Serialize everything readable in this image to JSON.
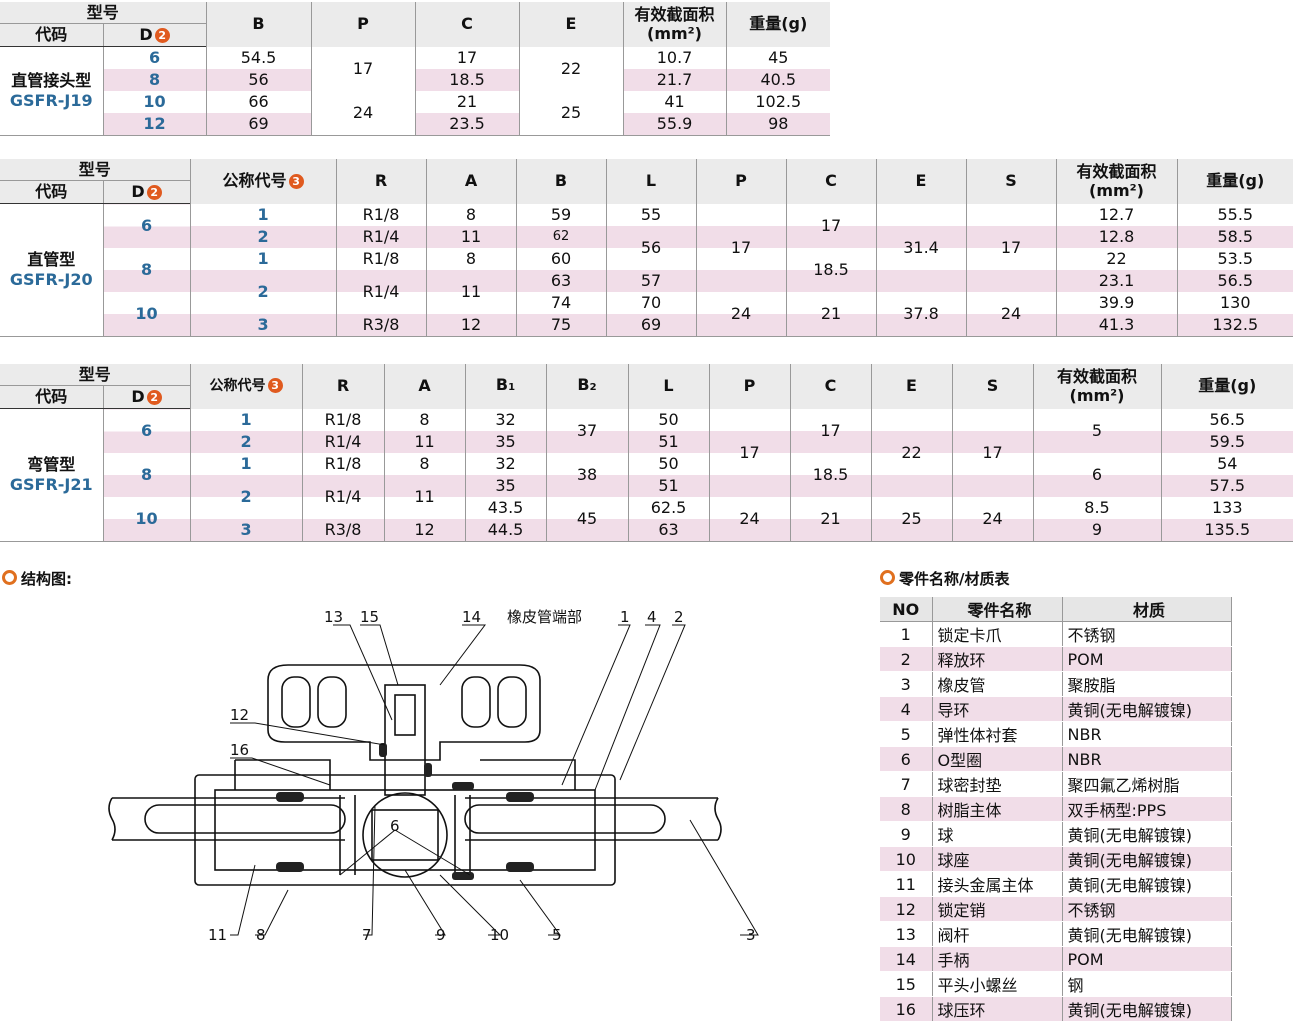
{
  "t1": {
    "h_model": "型号",
    "h_code": "代码",
    "h_d": "D",
    "badge2": "2",
    "cols": [
      "B",
      "P",
      "C",
      "E"
    ],
    "h_area": "有效截面积",
    "h_area_unit": "(mm²)",
    "h_weight": "重量(g)",
    "code_cn": "直管接头型",
    "code_en": "GSFR-J19",
    "rows": [
      {
        "d": "6",
        "b": "54.5",
        "c": "17",
        "area": "10.7",
        "w": "45"
      },
      {
        "d": "8",
        "b": "56",
        "c": "18.5",
        "area": "21.7",
        "w": "40.5"
      },
      {
        "d": "10",
        "b": "66",
        "c": "21",
        "area": "41",
        "w": "102.5"
      },
      {
        "d": "12",
        "b": "69",
        "c": "23.5",
        "area": "55.9",
        "w": "98"
      }
    ],
    "p": [
      "17",
      "24"
    ],
    "e": [
      "22",
      "25"
    ]
  },
  "t2": {
    "h_model": "型号",
    "h_code": "代码",
    "h_d": "D",
    "badge2": "2",
    "h_nominal": "公称代号",
    "badge3": "3",
    "cols": [
      "R",
      "A",
      "B",
      "L",
      "P",
      "C",
      "E",
      "S"
    ],
    "h_area": "有效截面积",
    "h_area_unit": "(mm²)",
    "h_weight": "重量(g)",
    "code_cn": "直管型",
    "code_en": "GSFR-J20",
    "d": [
      "6",
      "8",
      "10"
    ],
    "rows": [
      {
        "n": "1",
        "r": "R1/8",
        "a": "8",
        "b": "59",
        "l": "55",
        "area": "12.7",
        "w": "55.5"
      },
      {
        "n": "2",
        "r": "R1/4",
        "a": "11",
        "b": "62",
        "area": "12.8",
        "w": "58.5"
      },
      {
        "n": "1",
        "r": "R1/8",
        "a": "8",
        "b": "60",
        "area": "22",
        "w": "53.5"
      },
      {
        "b": "63",
        "l": "57",
        "area": "23.1",
        "w": "56.5"
      },
      {
        "b": "74",
        "l": "70",
        "area": "39.9",
        "w": "130"
      },
      {
        "n": "3",
        "r": "R3/8",
        "a": "12",
        "b": "75",
        "l": "69",
        "area": "41.3",
        "w": "132.5"
      }
    ],
    "n2": "2",
    "r2": "R1/4",
    "a2": "11",
    "l56": "56",
    "p": [
      "17",
      "24"
    ],
    "c": [
      "17",
      "18.5",
      "21"
    ],
    "e": [
      "31.4",
      "37.8"
    ],
    "s": [
      "17",
      "24"
    ]
  },
  "t3": {
    "h_model": "型号",
    "h_code": "代码",
    "h_d": "D",
    "badge2": "2",
    "h_nominal": "公称代号",
    "badge3": "3",
    "cols": [
      "R",
      "A",
      "B",
      "B",
      "L",
      "P",
      "C",
      "E",
      "S"
    ],
    "b1_sub": "1",
    "b2_sub": "2",
    "h_area": "有效截面积",
    "h_area_unit": "(mm²)",
    "h_weight": "重量(g)",
    "code_cn": "弯管型",
    "code_en": "GSFR-J21",
    "d": [
      "6",
      "8",
      "10"
    ],
    "rows": [
      {
        "n": "1",
        "r": "R1/8",
        "a": "8",
        "b1": "32",
        "l": "50",
        "w": "56.5"
      },
      {
        "n": "2",
        "r": "R1/4",
        "a": "11",
        "b1": "35",
        "l": "51",
        "w": "59.5"
      },
      {
        "n": "1",
        "r": "R1/8",
        "a": "8",
        "b1": "32",
        "l": "50",
        "w": "54"
      },
      {
        "b1": "35",
        "l": "51",
        "w": "57.5"
      },
      {
        "b1": "43.5",
        "l": "62.5",
        "area": "8.5",
        "w": "133"
      },
      {
        "n": "3",
        "r": "R3/8",
        "a": "12",
        "b1": "44.5",
        "l": "63",
        "area": "9",
        "w": "135.5"
      }
    ],
    "n2": "2",
    "r2": "R1/4",
    "a2": "11",
    "b2": [
      "37",
      "38",
      "45"
    ],
    "p": [
      "17",
      "24"
    ],
    "c": [
      "17",
      "18.5",
      "21"
    ],
    "e": [
      "22",
      "25"
    ],
    "s": [
      "17",
      "24"
    ],
    "area": [
      "5",
      "6"
    ]
  },
  "structure_title": "结构图:",
  "parts_title": "零件名称/材质表",
  "parts": {
    "h_no": "NO",
    "h_name": "零件名称",
    "h_mat": "材质",
    "rows": [
      {
        "no": "1",
        "name": "锁定卡爪",
        "mat": "不锈钢"
      },
      {
        "no": "2",
        "name": "释放环",
        "mat": "POM"
      },
      {
        "no": "3",
        "name": "橡皮管",
        "mat": "聚胺脂"
      },
      {
        "no": "4",
        "name": "导环",
        "mat": "黄铜(无电解镀镍)"
      },
      {
        "no": "5",
        "name": "弹性体衬套",
        "mat": "NBR"
      },
      {
        "no": "6",
        "name": "O型圈",
        "mat": "NBR"
      },
      {
        "no": "7",
        "name": "球密封垫",
        "mat": "聚四氟乙烯树脂"
      },
      {
        "no": "8",
        "name": "树脂主体",
        "mat": "双手柄型:PPS"
      },
      {
        "no": "9",
        "name": "球",
        "mat": "黄铜(无电解镀镍)"
      },
      {
        "no": "10",
        "name": "球座",
        "mat": "黄铜(无电解镀镍)"
      },
      {
        "no": "11",
        "name": "接头金属主体",
        "mat": "黄铜(无电解镀镍)"
      },
      {
        "no": "12",
        "name": "锁定销",
        "mat": "不锈钢"
      },
      {
        "no": "13",
        "name": "阀杆",
        "mat": "黄铜(无电解镀镍)"
      },
      {
        "no": "14",
        "name": "手柄",
        "mat": "POM"
      },
      {
        "no": "15",
        "name": "平头小螺丝",
        "mat": "钢"
      },
      {
        "no": "16",
        "name": "球压环",
        "mat": "黄铜(无电解镀镍)"
      }
    ]
  },
  "diagram_labels": {
    "l13": "13",
    "l15": "15",
    "l14": "14",
    "rubber_end": "橡皮管端部",
    "l1": "1",
    "l4": "4",
    "l2": "2",
    "l12": "12",
    "l16": "16",
    "l6": "6",
    "l11": "11",
    "l8": "8",
    "l7": "7",
    "l9": "9",
    "l10": "10",
    "l5": "5",
    "l3": "3"
  }
}
